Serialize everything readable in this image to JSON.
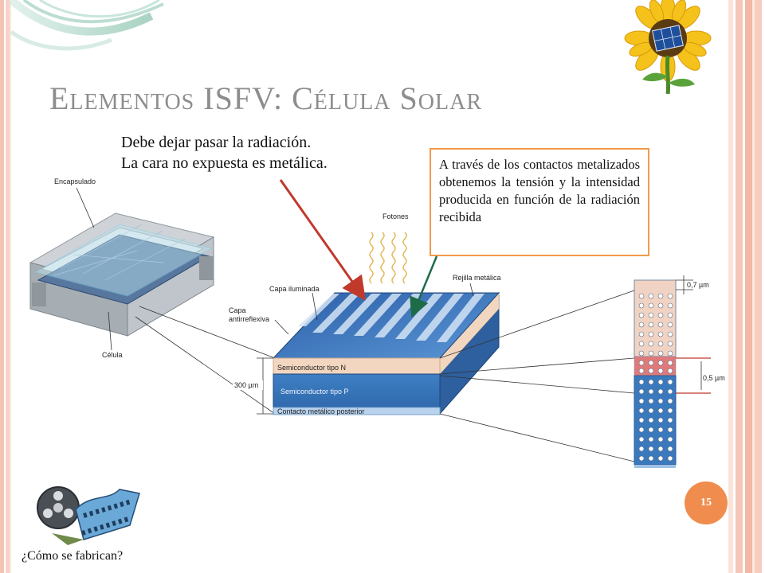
{
  "slide": {
    "title": "Elementos ISFV: Célula Solar",
    "note_line1": "Debe dejar pasar la radiación.",
    "note_line2": "La cara no expuesta es metálica.",
    "callout": "A través de los contactos metalizados obtenemos la tensión y la intensidad producida en función de la radiación recibida",
    "page_number": "15",
    "video_link": "¿Cómo se fabrican?"
  },
  "diagram": {
    "labels": {
      "encapsulado": "Encapsulado",
      "celula": "Célula",
      "fotones": "Fotones",
      "capa_iluminada": "Capa iluminada",
      "rejilla": "Rejilla metálica",
      "capa_antirreflexiva_1": "Capa",
      "capa_antirreflexiva_2": "antirreflexiva",
      "semi_n": "Semiconductor tipo N",
      "semi_p": "Semiconductor tipo P",
      "contacto": "Contacto metálico posterior",
      "espesor": "300 µm",
      "capa_07": "0,7 µm",
      "capa_05": "0,5 µm"
    }
  },
  "colors": {
    "title": "#8d8d8d",
    "callout_border": "#f39a4a",
    "page_badge": "#f08c4e",
    "arrow_red": "#c0392b",
    "arrow_green": "#1e6b4a",
    "panel_blue": "#2e6bb3",
    "layer_n": "#f3d6bf",
    "layer_p": "#3f7fc4"
  },
  "icons": {
    "corner_swirl": "green-swirl-decoration",
    "sunflower": "sunflower-solar-panel-icon",
    "video": "film-reel-icon"
  }
}
